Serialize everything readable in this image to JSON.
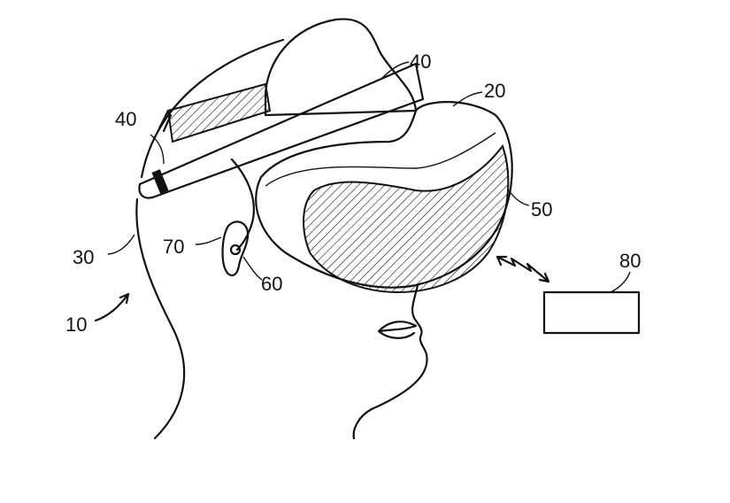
{
  "figure": {
    "labels": {
      "system": "10",
      "hmd": "20",
      "head": "30",
      "strap_top": "40",
      "strap_side": "40",
      "display": "50",
      "earphone": "60",
      "ear": "70",
      "external_device": "80"
    }
  }
}
